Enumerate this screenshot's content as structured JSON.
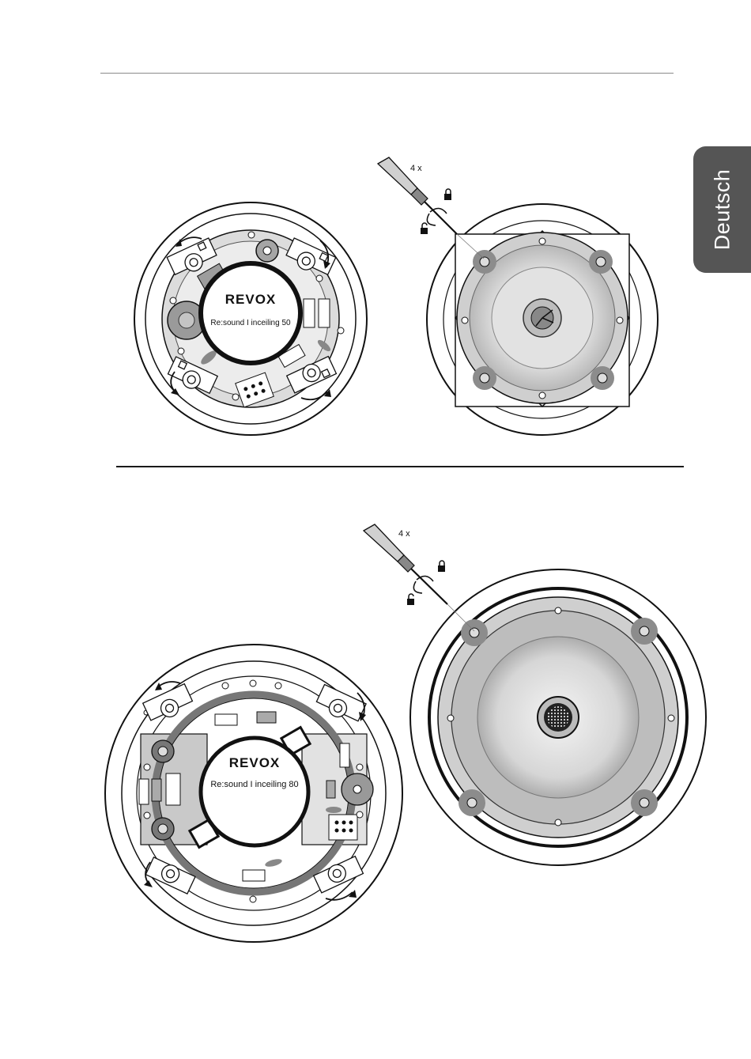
{
  "language_tab": "Deutsch",
  "figure_1": {
    "brand": "REVOX",
    "model_label": "Re:sound I inceiling 50",
    "screw_count": "4 x"
  },
  "figure_2": {
    "brand": "REVOX",
    "model_label": "Re:sound I inceiling 80",
    "screw_count": "4 x"
  }
}
